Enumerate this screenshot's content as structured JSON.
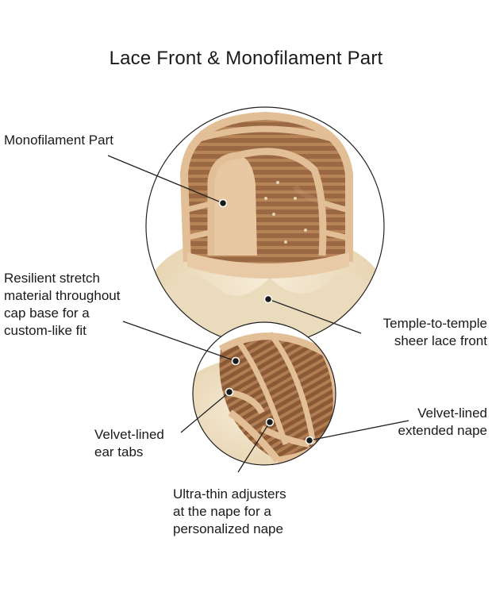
{
  "title": "Lace Front & Monofilament Part",
  "callouts": {
    "monofilament_part": "Monofilament Part",
    "resilient_stretch": [
      "Resilient stretch",
      "material throughout",
      "cap base for a",
      "custom-like fit"
    ],
    "temple_lace": [
      "Temple-to-temple",
      "sheer lace front"
    ],
    "velvet_ear_tabs": [
      "Velvet-lined",
      "ear tabs"
    ],
    "velvet_nape": [
      "Velvet-lined",
      "extended nape"
    ],
    "ultra_thin_adjusters": [
      "Ultra-thin adjusters",
      "at the nape for a",
      "personalized nape"
    ]
  },
  "colors": {
    "cap": "#c99a6e",
    "cap_dark": "#8a5c3a",
    "strap": "#e2bf97",
    "hair": "#efe2c8",
    "leader_line": "#222222"
  }
}
